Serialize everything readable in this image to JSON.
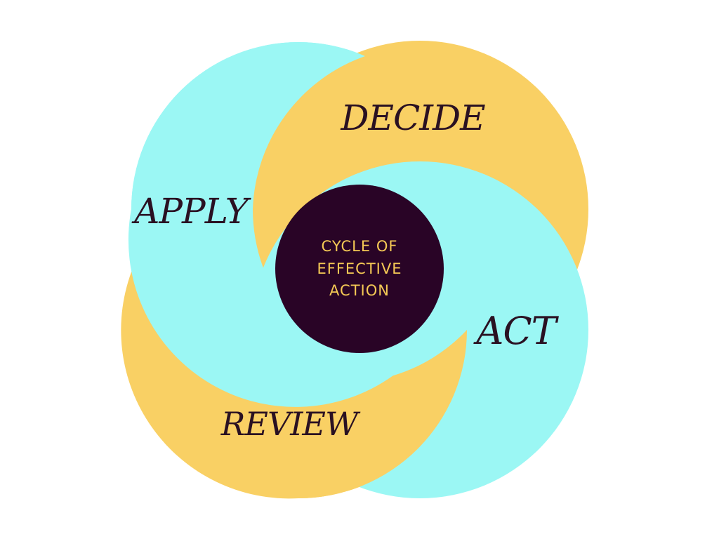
{
  "diagram": {
    "center": {
      "lines": [
        "CYCLE OF",
        "EFFECTIVE",
        "ACTION"
      ]
    },
    "stages": {
      "decide": "DECIDE",
      "apply": "APPLY",
      "act": "ACT",
      "review": "REVIEW"
    },
    "colors": {
      "cyan": "#9bf7f4",
      "gold": "#f9d064",
      "center": "#290426",
      "center_text": "#f5c955",
      "label_text": "#2a1122"
    }
  }
}
